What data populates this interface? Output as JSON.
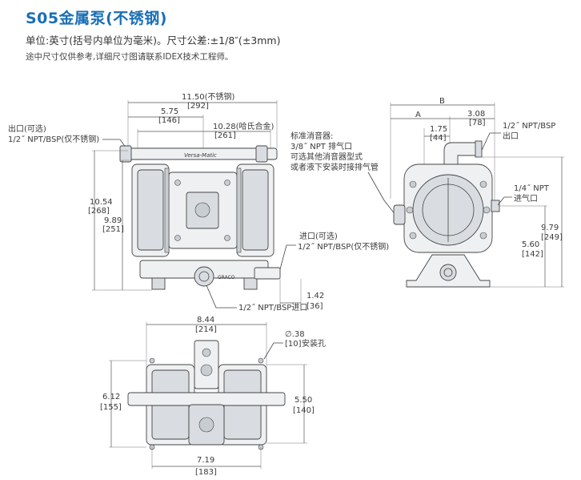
{
  "header": {
    "title": "S05金属泵(不锈钢)",
    "units_note": "单位:英寸(括号内单位为毫米)。尺寸公差:±1/8″(±3mm)",
    "reference_note": "途中尺寸仅供参考,详细尺寸图请联系IDEX技术工程师。"
  },
  "front_view": {
    "overall_width": "11.50(不锈钢)",
    "overall_width_mm": "[292]",
    "center_width": "5.75",
    "center_width_mm": "[146]",
    "hastelloy_width": "10.28(哈氏合金)",
    "hastelloy_width_mm": "[261]",
    "outlet_label_1": "出口(可选)",
    "outlet_label_2": "1/2˝ NPT/BSP(仅不锈钢)",
    "height_1": "10.54",
    "height_1_mm": "[268]",
    "height_2": "9.89",
    "height_2_mm": "[251]",
    "inlet_label_1": "进口(可选)",
    "inlet_label_2": "1/2˝ NPT/BSP(仅不锈钢)",
    "inlet_offset": "1.42",
    "inlet_offset_mm": "[36]",
    "inlet_bottom": "1/2˝ NPT/BSP进口",
    "brand_text": "Versa-Matic"
  },
  "side_view": {
    "dim_b": "B",
    "dim_a": "A",
    "width_right": "3.08",
    "width_right_mm": "[78]",
    "width_center": "1.75",
    "width_center_mm": "[44]",
    "muffler_1": "标准消音器:",
    "muffler_2": "3/8˝ NPT 排气口",
    "muffler_3": "可选其他消音器型式",
    "muffler_4": "或者液下安装时接排气管",
    "outlet_1": "1/2˝ NPT/BSP",
    "outlet_2": "出口",
    "air_1": "1/4˝ NPT",
    "air_2": "进气口",
    "height_1": "9.79",
    "height_1_mm": "[249]",
    "height_2": "5.60",
    "height_2_mm": "[142]"
  },
  "bottom_view": {
    "width_top": "8.44",
    "width_top_mm": "[214]",
    "hole": "∅.38",
    "hole_mm": "[10]",
    "hole_label": "安装孔",
    "left_height": "6.12",
    "left_height_mm": "[155]",
    "right_height": "5.50",
    "right_height_mm": "[140]",
    "bottom_width": "7.19",
    "bottom_width_mm": "[183]"
  },
  "colors": {
    "title": "#1a6fb6",
    "line": "#444444"
  }
}
